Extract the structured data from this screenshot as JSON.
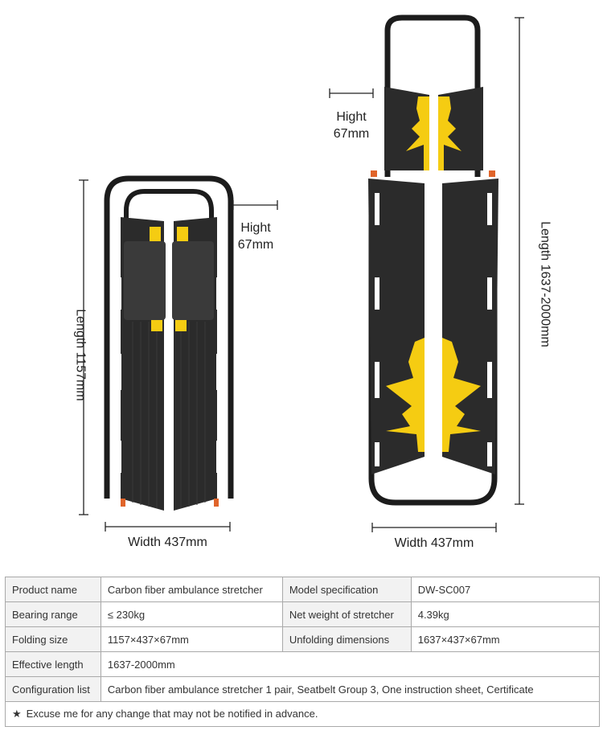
{
  "figure": {
    "folded": {
      "height_label_line1": "Hight",
      "height_label_line2": "67mm",
      "length_label": "Length 1157mm",
      "width_label": "Width 437mm"
    },
    "unfolded": {
      "height_label_line1": "Hight",
      "height_label_line2": "67mm",
      "length_label": "Length 1637-2000mm",
      "width_label": "Width 437mm"
    },
    "colors": {
      "frame": "#1c1c1c",
      "panel": "#2a2a2a",
      "accent": "#f5cc12",
      "cap": "#e0642a"
    }
  },
  "spec_table": {
    "rows": [
      [
        "Product name",
        "Carbon fiber ambulance stretcher",
        "Model specification",
        "DW-SC007"
      ],
      [
        "Bearing range",
        "≤ 230kg",
        "Net weight of stretcher",
        "4.39kg"
      ],
      [
        "Folding size",
        "1157×437×67mm",
        "Unfolding dimensions",
        "1637×437×67mm"
      ]
    ],
    "effective_length": {
      "key": "Effective length",
      "value": "1637-2000mm"
    },
    "configuration": {
      "key": "Configuration list",
      "value": "Carbon fiber ambulance stretcher 1 pair, Seatbelt Group 3, One instruction sheet, Certificate"
    },
    "note": {
      "star": "★",
      "text": "Excuse me for any change that may not be notified in advance."
    }
  }
}
